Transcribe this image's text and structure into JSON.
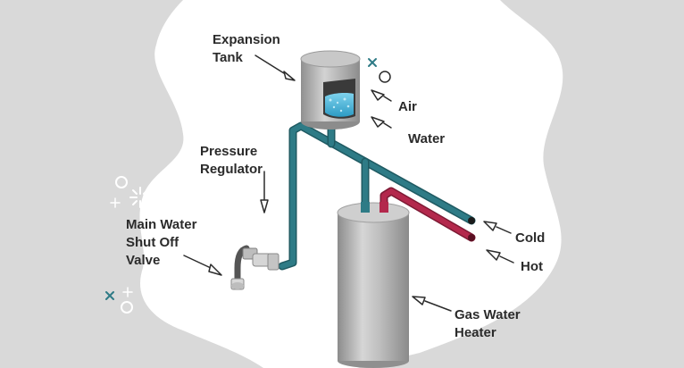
{
  "labels": {
    "expansion_tank": [
      "Expansion",
      "Tank"
    ],
    "air": "Air",
    "water": "Water",
    "pressure_regulator": [
      "Pressure",
      "Regulator"
    ],
    "main_water_valve": [
      "Main Water",
      "Shut Off",
      "Valve"
    ],
    "cold": "Cold",
    "hot": "Hot",
    "gas_water_heater": [
      "Gas Water",
      "Heater"
    ]
  },
  "colors": {
    "background": "#d9d9d9",
    "blob": "#ffffff",
    "cold_pipe": "#2e7b86",
    "hot_pipe": "#b3284c",
    "tank_metal": "#a9a9a9",
    "water": "#4ab3d6",
    "label_text": "#2b2b2b"
  }
}
